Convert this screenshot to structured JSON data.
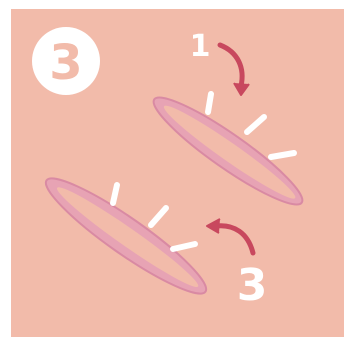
{
  "step_badge": "3",
  "annotations": {
    "top": "1",
    "bottom": "3"
  },
  "colors": {
    "background": "#F2BBAA",
    "border": "#FFFFFF",
    "ring_fill": "#E7A3B4",
    "ring_stroke": "#D98AA3",
    "ring_hole": "#F2BBAA",
    "arrow": "#C8485E",
    "text": "#FFFFFF",
    "badge": "#FFFFFF",
    "badge_number": "#F2BBAA"
  }
}
